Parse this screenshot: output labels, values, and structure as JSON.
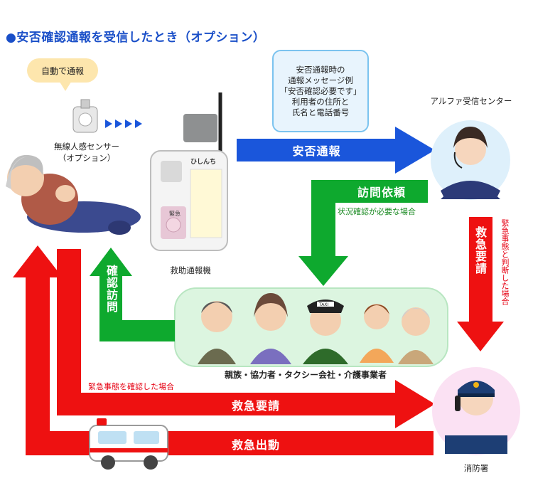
{
  "title": "●安否確認通報を受信したとき（オプション）",
  "bubble": "自動で通報",
  "sensor_label_1": "無線人感センサー",
  "sensor_label_2": "（オプション）",
  "device_label": "救助通報機",
  "message_box": [
    "安否通報時の",
    "通報メッセージ例",
    "「安否確認必要です」",
    "利用者の住所と",
    "氏名と電話番号"
  ],
  "center_label": "アルファ受信センター",
  "fire_label": "消防署",
  "group_label": "親族・協力者・タクシー会社・介護事業者",
  "arrows": {
    "anpi": "安否通報",
    "houmon": "訪問依頼",
    "houmon_note": "状況確認が必要な場合",
    "kakunin": "確認訪問",
    "kyukyu_right": "救急要請",
    "kyukyu_right_note": "緊急事態と判断した場合",
    "kyukyu_bottom": "救急要請",
    "kyukyu_bottom_note": "緊急事態を確認した場合",
    "shutsudo": "救急出動"
  },
  "device_text": "ひしんち",
  "device_button": "緊急",
  "colors": {
    "blue": "#1a56db",
    "green": "#0ea92e",
    "red": "#ee1111",
    "title": "#1a4fc8"
  }
}
